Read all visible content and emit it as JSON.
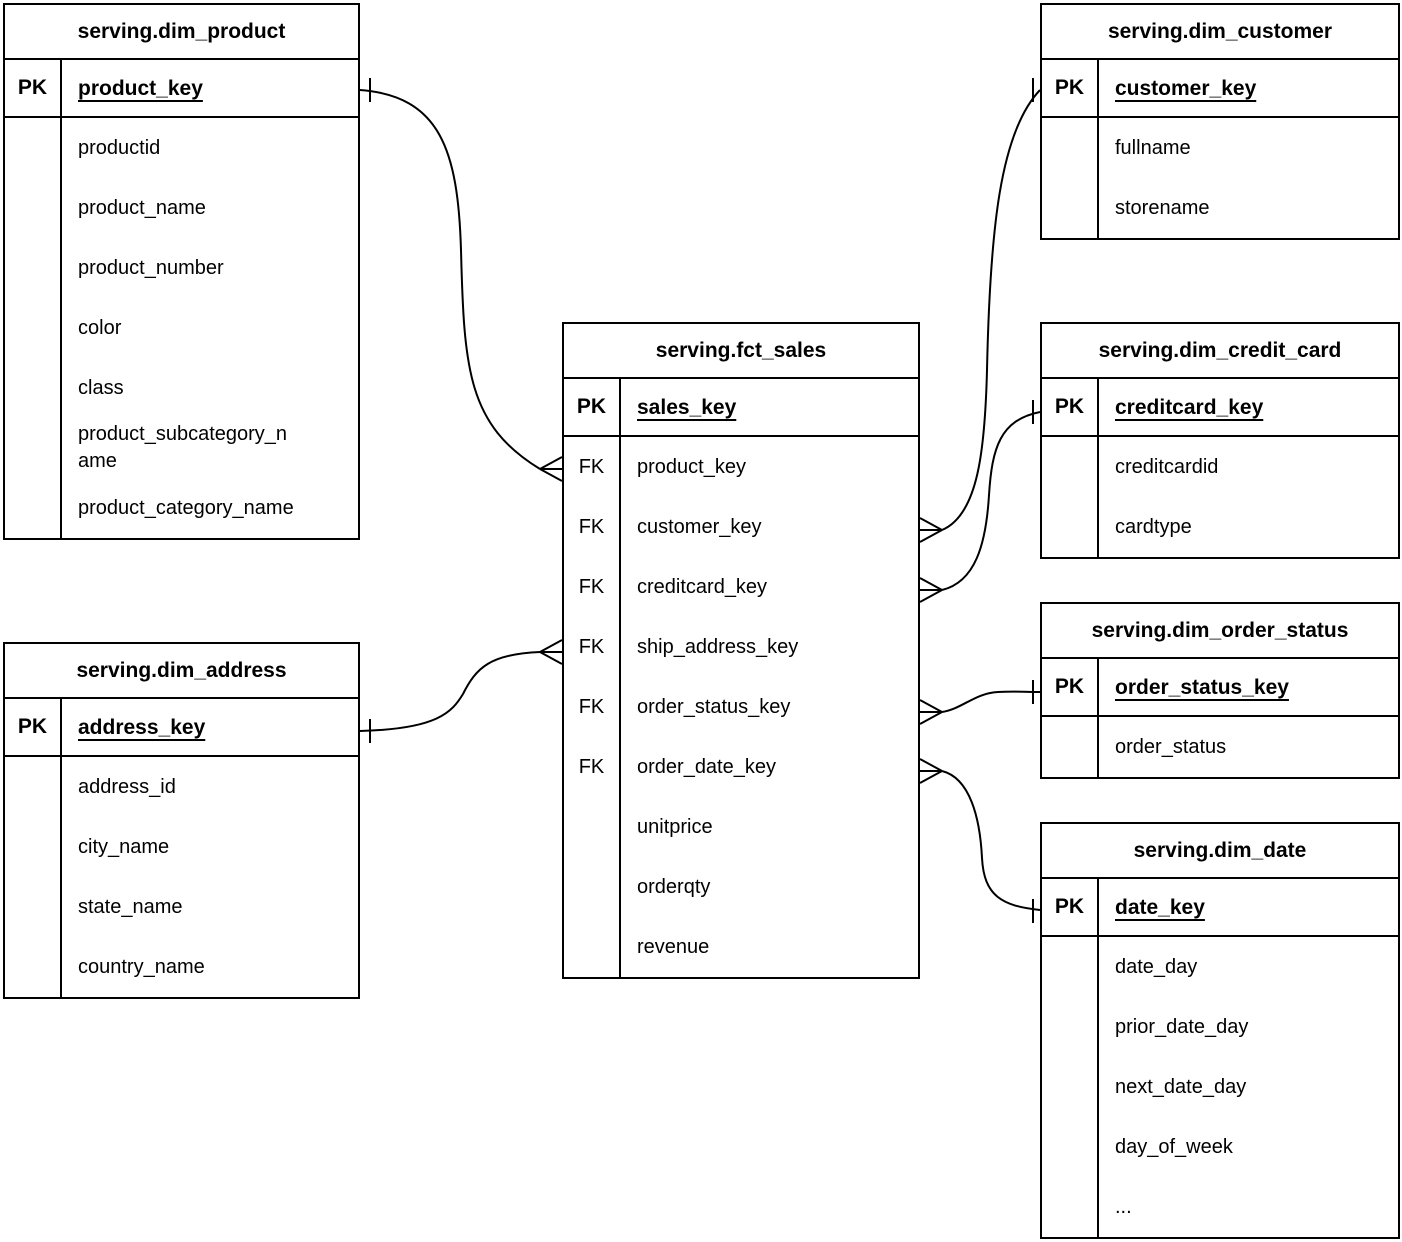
{
  "diagram": {
    "kind": "entity-relationship-diagram",
    "colors": {
      "background": "#ffffff",
      "line": "#000000",
      "text": "#000000"
    }
  },
  "tables": {
    "dim_product": {
      "title": "serving.dim_product",
      "pk": {
        "label": "PK",
        "field": "product_key"
      },
      "rows": [
        {
          "key": "",
          "name": "productid"
        },
        {
          "key": "",
          "name": "product_name"
        },
        {
          "key": "",
          "name": "product_number"
        },
        {
          "key": "",
          "name": "color"
        },
        {
          "key": "",
          "name": "class"
        },
        {
          "key": "",
          "name": "product_subcategory_name"
        },
        {
          "key": "",
          "name": "product_category_name"
        }
      ]
    },
    "dim_customer": {
      "title": "serving.dim_customer",
      "pk": {
        "label": "PK",
        "field": "customer_key"
      },
      "rows": [
        {
          "key": "",
          "name": "fullname"
        },
        {
          "key": "",
          "name": "storename"
        }
      ]
    },
    "fct_sales": {
      "title": "serving.fct_sales",
      "pk": {
        "label": "PK",
        "field": "sales_key"
      },
      "rows": [
        {
          "key": "FK",
          "name": "product_key"
        },
        {
          "key": "FK",
          "name": "customer_key"
        },
        {
          "key": "FK",
          "name": "creditcard_key"
        },
        {
          "key": "FK",
          "name": "ship_address_key"
        },
        {
          "key": "FK",
          "name": "order_status_key"
        },
        {
          "key": "FK",
          "name": "order_date_key"
        },
        {
          "key": "",
          "name": "unitprice"
        },
        {
          "key": "",
          "name": "orderqty"
        },
        {
          "key": "",
          "name": "revenue"
        }
      ]
    },
    "dim_credit_card": {
      "title": "serving.dim_credit_card",
      "pk": {
        "label": "PK",
        "field": "creditcard_key"
      },
      "rows": [
        {
          "key": "",
          "name": "creditcardid"
        },
        {
          "key": "",
          "name": "cardtype"
        }
      ]
    },
    "dim_order_status": {
      "title": "serving.dim_order_status",
      "pk": {
        "label": "PK",
        "field": "order_status_key"
      },
      "rows": [
        {
          "key": "",
          "name": "order_status"
        }
      ]
    },
    "dim_date": {
      "title": "serving.dim_date",
      "pk": {
        "label": "PK",
        "field": "date_key"
      },
      "rows": [
        {
          "key": "",
          "name": "date_day"
        },
        {
          "key": "",
          "name": "prior_date_day"
        },
        {
          "key": "",
          "name": "next_date_day"
        },
        {
          "key": "",
          "name": "day_of_week"
        },
        {
          "key": "",
          "name": "..."
        }
      ]
    },
    "dim_address": {
      "title": "serving.dim_address",
      "pk": {
        "label": "PK",
        "field": "address_key"
      },
      "rows": [
        {
          "key": "",
          "name": "address_id"
        },
        {
          "key": "",
          "name": "city_name"
        },
        {
          "key": "",
          "name": "state_name"
        },
        {
          "key": "",
          "name": "country_name"
        }
      ]
    }
  },
  "relations": [
    {
      "from": "serving.dim_product.product_key",
      "to": "serving.fct_sales.product_key",
      "cardinality": "one-to-many"
    },
    {
      "from": "serving.dim_customer.customer_key",
      "to": "serving.fct_sales.customer_key",
      "cardinality": "one-to-many"
    },
    {
      "from": "serving.dim_credit_card.creditcard_key",
      "to": "serving.fct_sales.creditcard_key",
      "cardinality": "one-to-many"
    },
    {
      "from": "serving.dim_address.address_key",
      "to": "serving.fct_sales.ship_address_key",
      "cardinality": "one-to-many"
    },
    {
      "from": "serving.dim_order_status.order_status_key",
      "to": "serving.fct_sales.order_status_key",
      "cardinality": "one-to-many"
    },
    {
      "from": "serving.dim_date.date_key",
      "to": "serving.fct_sales.order_date_key",
      "cardinality": "one-to-many"
    }
  ]
}
